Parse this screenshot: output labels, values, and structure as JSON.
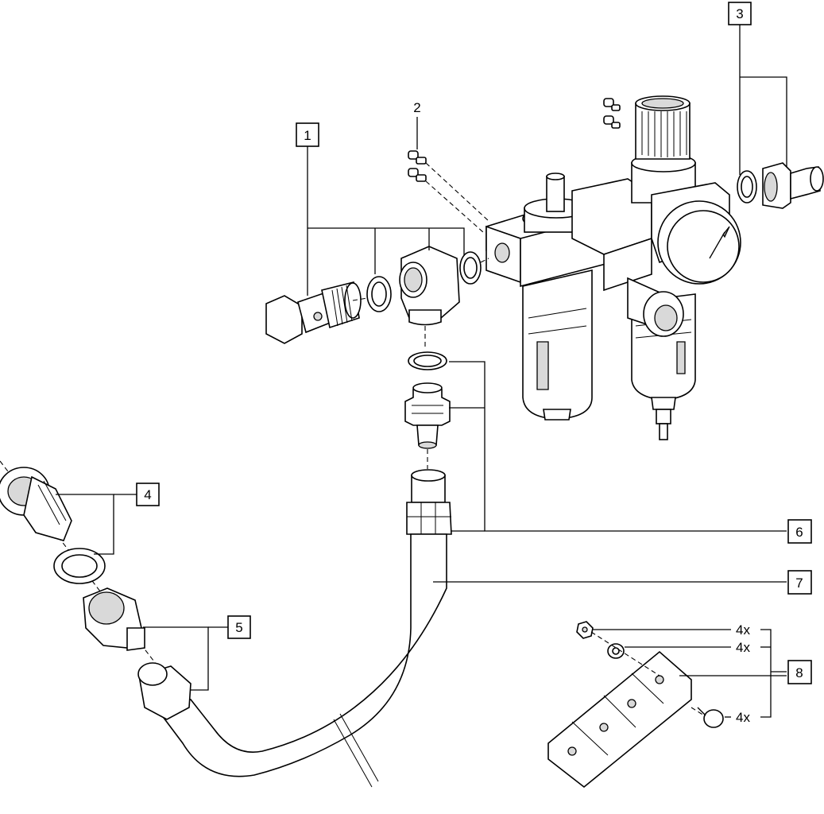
{
  "callouts": [
    {
      "id": "1",
      "label": "1"
    },
    {
      "id": "2",
      "label": "2"
    },
    {
      "id": "3",
      "label": "3"
    },
    {
      "id": "4",
      "label": "4"
    },
    {
      "id": "5",
      "label": "5"
    },
    {
      "id": "6",
      "label": "6"
    },
    {
      "id": "7",
      "label": "7"
    },
    {
      "id": "8",
      "label": "8"
    }
  ],
  "quantities": [
    {
      "label": "4x"
    },
    {
      "label": "4x"
    },
    {
      "label": "4x"
    }
  ]
}
